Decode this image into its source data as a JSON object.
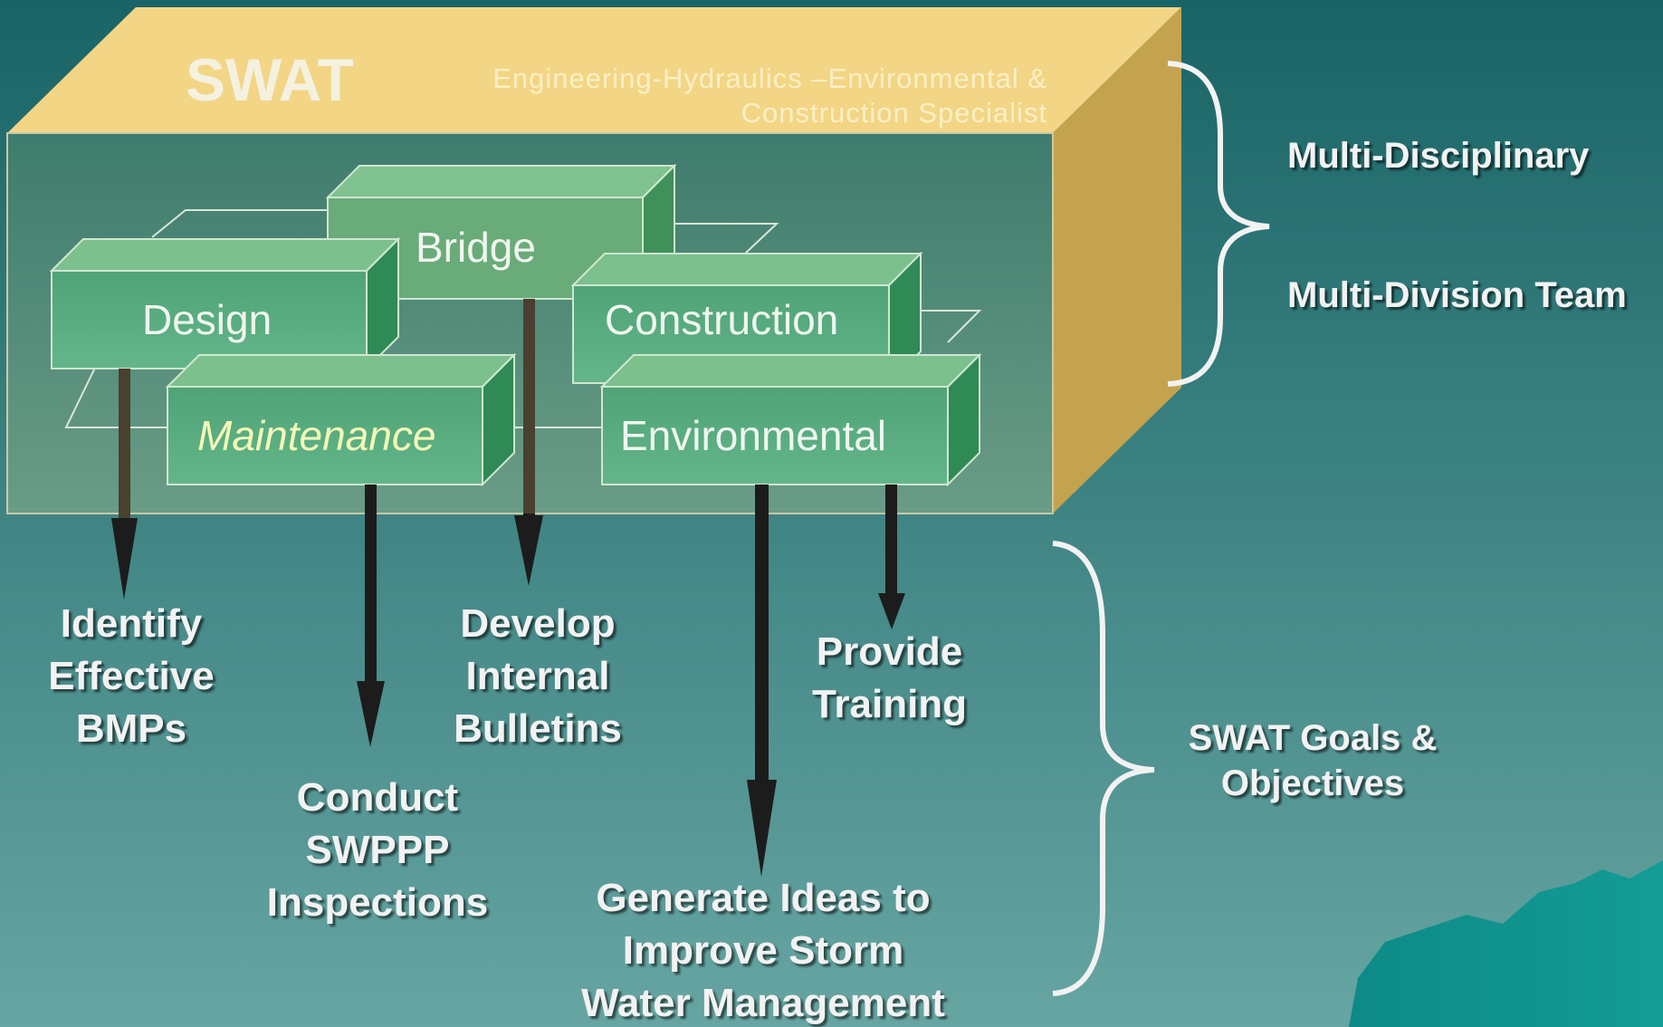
{
  "title": "SWAT",
  "subtitle": "Engineering-Hydraulics –Environmental &\nConstruction Specialist",
  "boxes": {
    "bridge": "Bridge",
    "design": "Design",
    "construction": "Construction",
    "maintenance": "Maintenance",
    "environmental": "Environmental"
  },
  "goals": {
    "bmps": "Identify\nEffective\nBMPs",
    "bulletins": "Develop\nInternal\nBulletins",
    "training": "Provide\nTraining",
    "swppp": "Conduct\nSWPPP\nInspections",
    "ideas": "Generate Ideas to\nImprove Storm\nWater Management"
  },
  "side_labels": {
    "multi_disciplinary": "Multi-Disciplinary",
    "multi_division": "Multi-Division Team",
    "goals_objectives": "SWAT Goals &\nObjectives"
  },
  "colors": {
    "background_top": "#1a6769",
    "background_bottom": "#63a3a0",
    "cube_top": "#f3d585",
    "cube_side": "#c3a24d",
    "box_front": "#5aaf82",
    "box_side": "#2e8a55",
    "box_top": "#7fc38f"
  }
}
